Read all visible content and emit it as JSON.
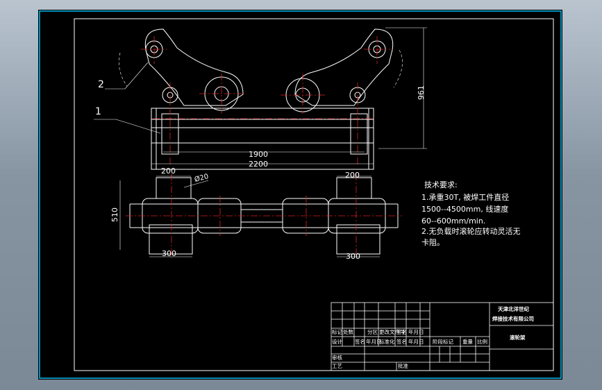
{
  "drawing": {
    "title": "滚轮架",
    "company_line1": "天津北洋世纪",
    "company_line2": "焊接技术有限公司",
    "callouts": [
      "1",
      "2"
    ],
    "dimensions": {
      "height": "961",
      "inner_span": "1900",
      "overall_span": "2200",
      "width_top_left": "200",
      "width_top_right": "200",
      "diameter": "Ø20",
      "depth": "510",
      "width_bottom_left": "300",
      "width_bottom_right": "300"
    },
    "notes": {
      "heading": "技术要求:",
      "lines": [
        "1.承重30T, 被焊工件直径",
        "1500--4500mm, 线速度",
        "60--600mm/min.",
        "2.无负载时滚轮应转动灵活无",
        "卡阻。"
      ]
    },
    "title_block": {
      "rev_mark": "标记",
      "rev_count": "处数",
      "rev_zone": "分区",
      "rev_doc": "更改文件号",
      "rev_sign": "签名",
      "rev_date": "年月日",
      "design": "设计",
      "sign2": "签名",
      "date2": "年月日",
      "standard": "标准化",
      "sign3": "签名",
      "date3": "年月日",
      "stage_mark": "阶段标记",
      "weight": "重量",
      "scale": "比例",
      "review": "审核",
      "process": "工艺",
      "approve": "批准"
    },
    "colors": {
      "background": "#000000",
      "line": "#ffffff",
      "centerline": "#dd2222",
      "border": "#00c8ff"
    }
  }
}
